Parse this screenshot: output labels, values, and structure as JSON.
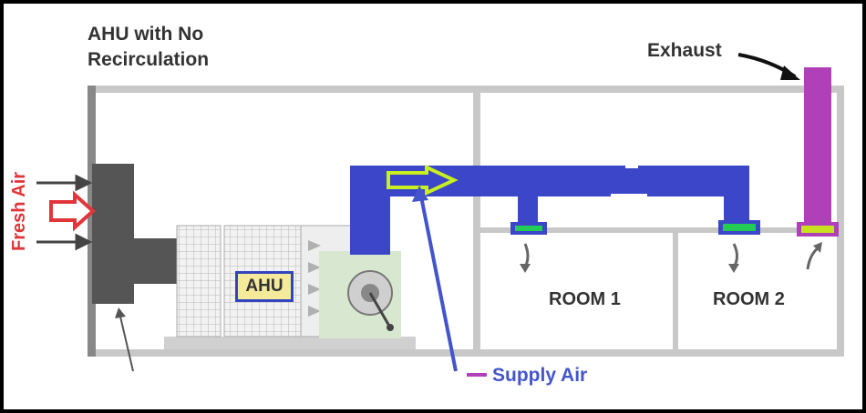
{
  "title": {
    "line1": "AHU with No",
    "line2": "Recirculation"
  },
  "labels": {
    "exhaust": "Exhaust",
    "fresh_air": "Fresh Air",
    "ahu": "AHU",
    "room1": "ROOM 1",
    "room2": "ROOM 2",
    "supply_air": "Supply  Air"
  },
  "colors": {
    "supply_duct": "#3b46c8",
    "exhaust_duct": "#b040b8",
    "fresh_air": "#e0353a",
    "diffuser": "#22cc55",
    "exhaust_grille": "#c8e020",
    "flow_arrow": "#c8f020",
    "building": "#c8c8c8",
    "intake": "#555555"
  }
}
